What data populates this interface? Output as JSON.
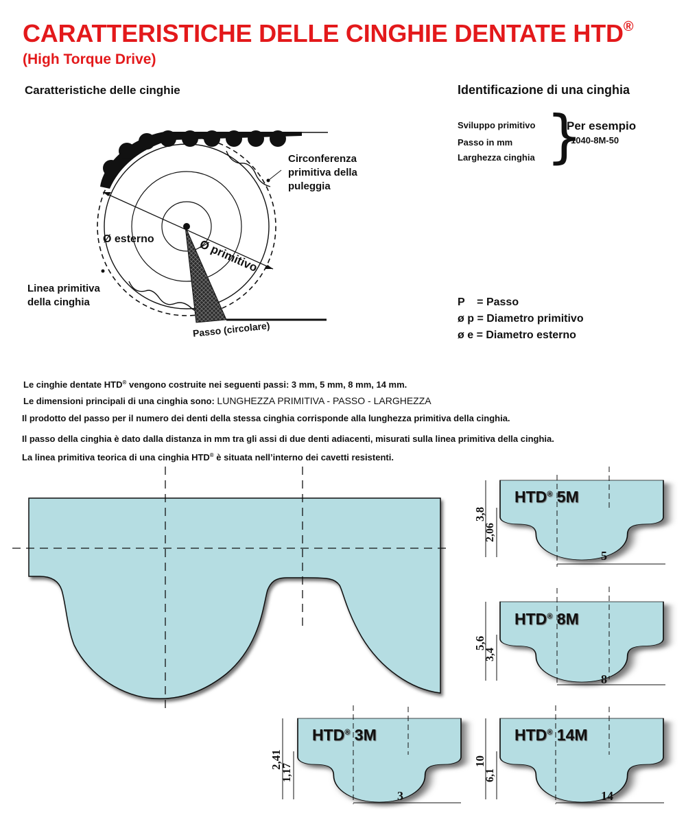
{
  "header": {
    "title": "CARATTERISTICHE DELLE CINGHIE DENTATE HTD",
    "title_mark": "®",
    "subtitle": "(High Torque Drive)"
  },
  "left_section": {
    "heading": "Caratteristiche delle cinghie",
    "labels": {
      "circ_line1": "Circonferenza",
      "circ_line2": "primitiva della",
      "circ_line3": "puleggia",
      "outer_diameter": "Ø esterno",
      "pitch_diameter": "Ø primitivo",
      "belt_line1": "Linea primitiva",
      "belt_line2": "della cinghia",
      "circular_pitch": "Passo (circolare)"
    }
  },
  "right_section": {
    "heading": "Identificazione di una cinghia",
    "items": [
      "Sviluppo primitivo",
      "Passo in mm",
      "Larghezza cinghia"
    ],
    "example_title": "Per esempio",
    "example_code": "1040-8M-50",
    "legend": [
      "P    = Passo",
      "ø p = Diametro primitivo",
      "ø e = Diametro esterno"
    ]
  },
  "paragraphs": {
    "p1_a": "Le cinghie  dentate HTD",
    "p1_mark": "®",
    "p1_b": " vengono costruite nei seguenti passi: 3 mm, 5 mm, 8 mm, 14 mm.",
    "p2_a": "Le dimensioni principali di una cinghia sono: ",
    "p2_b": "LUNGHEZZA PRIMITIVA - PASSO - LARGHEZZA",
    "p3": "Il prodotto del passo per il numero dei denti della stessa cinghia corrisponde alla lunghezza primitiva della cinghia.",
    "p4": "Il passo della cinghia è dato dalla distanza in mm tra gli assi di due denti adiacenti, misurati sulla linea primitiva della cinghia.",
    "p5_a": "La linea primitiva teorica di una cinghia HTD",
    "p5_mark": "®",
    "p5_b": " è situata nell’interno dei cavetti resistenti."
  },
  "profiles": [
    {
      "name": "HTD",
      "mark": "®",
      "size": "5M",
      "height": "3,8",
      "tooth": "2,06",
      "pitch": "5"
    },
    {
      "name": "HTD",
      "mark": "®",
      "size": "8M",
      "height": "5,6",
      "tooth": "3,4",
      "pitch": "8"
    },
    {
      "name": "HTD",
      "mark": "®",
      "size": "3M",
      "height": "2,41",
      "tooth": "1,17",
      "pitch": "3"
    },
    {
      "name": "HTD",
      "mark": "®",
      "size": "14M",
      "height": "10",
      "tooth": "6,1",
      "pitch": "14"
    }
  ],
  "colors": {
    "title": "#e3191b",
    "profile_fill": "#b5dde2",
    "belt_black": "#111111"
  }
}
